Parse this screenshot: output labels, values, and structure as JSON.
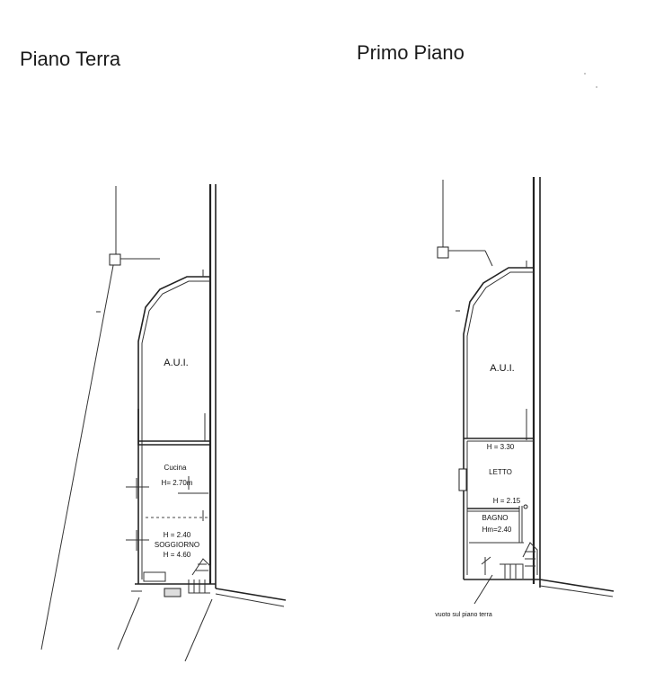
{
  "plans": {
    "ground": {
      "title": "Piano Terra",
      "room_main": "A.U.I.",
      "kitchen_name": "Cucina",
      "kitchen_height": "H= 2.70m",
      "living_height_low": "H = 2.40",
      "living_name": "SOGGIORNO",
      "living_height_high": "H = 4.60"
    },
    "first": {
      "title": "Primo Piano",
      "room_main": "A.U.I.",
      "bedroom_height_top": "H = 3.30",
      "bedroom_name": "LETTO",
      "bedroom_height_bottom": "H = 2.15",
      "bath_name": "BAGNO",
      "bath_height": "Hm=2.40",
      "void_note": "vuoto sul piano terra"
    }
  }
}
